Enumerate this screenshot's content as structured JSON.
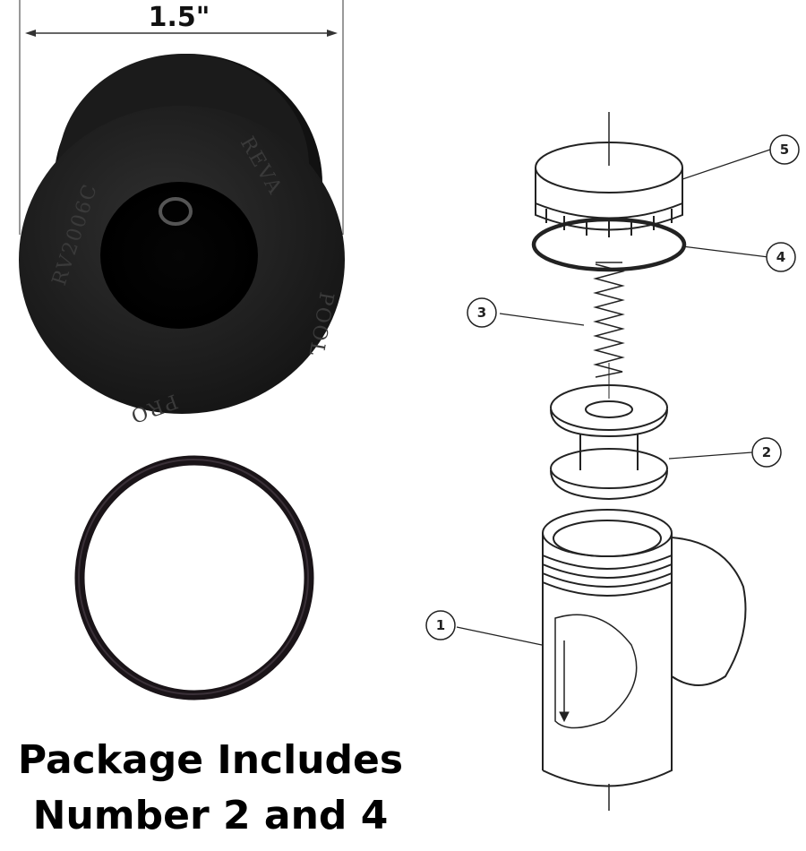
{
  "dimension_label": "1.5\"",
  "caption": {
    "line1": "Package Includes",
    "line2": "Number 2 and 4"
  },
  "embossed_text": {
    "left": "RV2006C",
    "right": "REVA",
    "bottom_right": "POOL",
    "bottom": "PRO"
  },
  "callouts": [
    "1",
    "2",
    "3",
    "4",
    "5"
  ],
  "colors": {
    "rubber": "#1c1c1c",
    "rubber_face": "#2a2a2a",
    "line_art": "#222222",
    "background": "#ffffff"
  }
}
